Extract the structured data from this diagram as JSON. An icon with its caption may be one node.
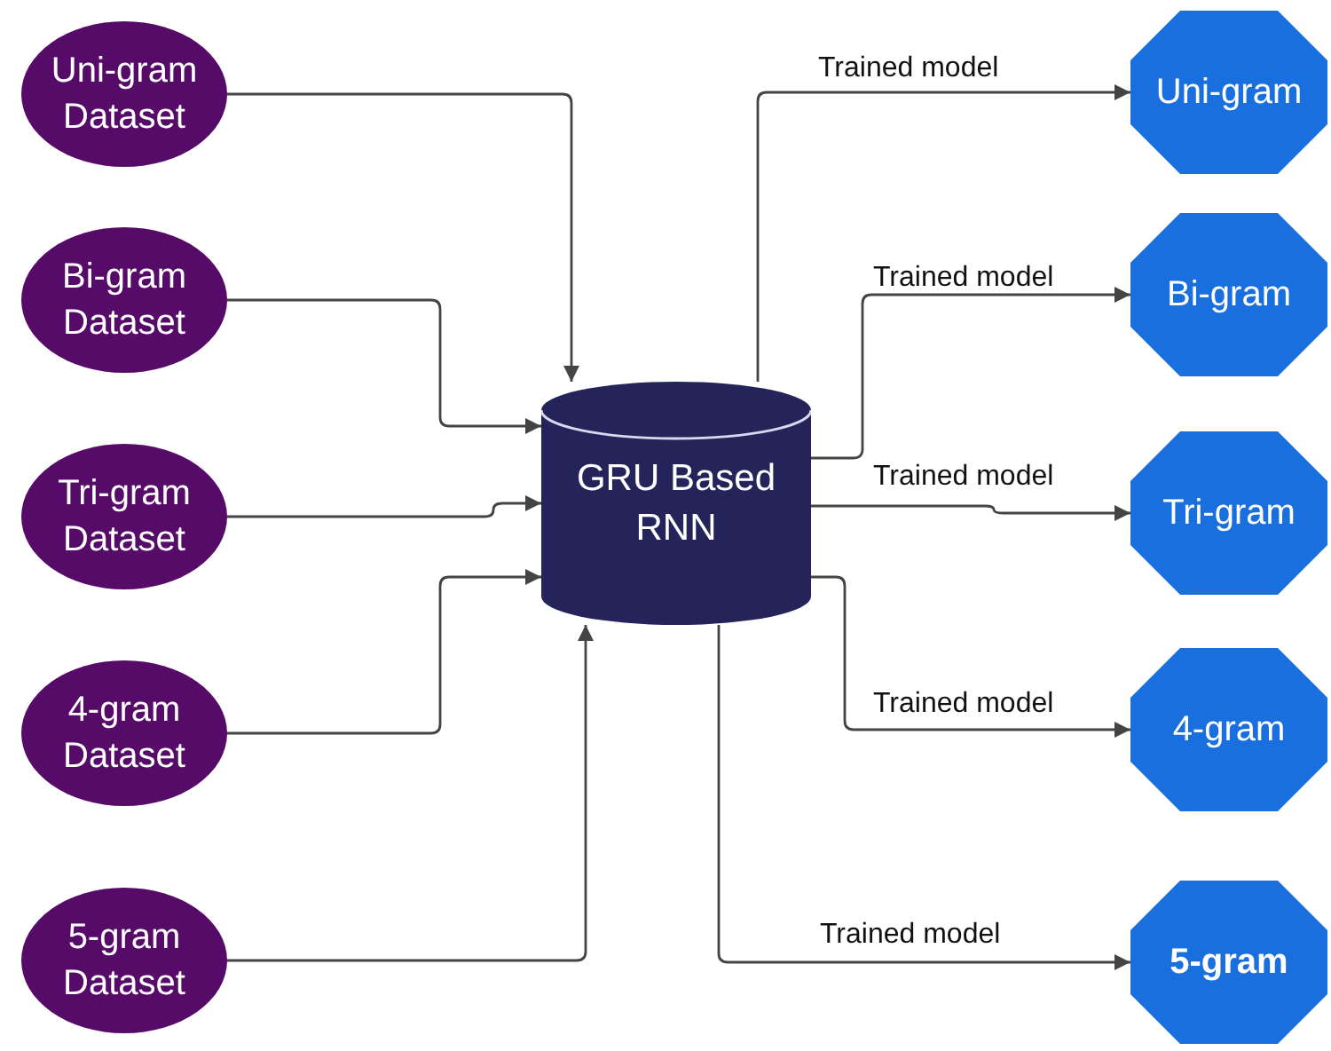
{
  "diagram": {
    "nodes": [
      {
        "text": [
          "Uni-gram Dataset"
        ]
      },
      {
        "text": [
          "Bi-gram Dataset"
        ]
      },
      {
        "text": [
          "Tri-gram Dataset"
        ]
      },
      {
        "text": [
          "4-gram Dataset"
        ]
      },
      {
        "text": [
          "5-gram Dataset"
        ]
      },
      {
        "text": [
          "GRU Based RNN"
        ]
      },
      {
        "text": [
          "Uni-gram"
        ]
      },
      {
        "text": [
          "Bi-gram"
        ]
      },
      {
        "text": [
          "Tri-gram"
        ]
      },
      {
        "text": [
          "4-gram"
        ]
      },
      {
        "text": [
          "5-gram"
        ]
      }
    ],
    "edges": [
      {
        "from": 0,
        "to": 5,
        "arrow": "to"
      },
      {
        "from": 1,
        "to": 5,
        "arrow": "to"
      },
      {
        "from": 2,
        "to": 5,
        "arrow": "to"
      },
      {
        "from": 3,
        "to": 5,
        "arrow": "to"
      },
      {
        "from": 4,
        "to": 5,
        "arrow": "to"
      },
      {
        "from": 5,
        "to": 6,
        "arrow": "to",
        "label": "Trained model"
      },
      {
        "from": 5,
        "to": 7,
        "arrow": "to",
        "label": "Trained model"
      },
      {
        "from": 5,
        "to": 8,
        "arrow": "to",
        "label": "Trained model"
      },
      {
        "from": 5,
        "to": 9,
        "arrow": "to",
        "label": "Trained model"
      },
      {
        "from": 5,
        "to": 10,
        "arrow": "to",
        "label": "Trained model"
      }
    ]
  }
}
